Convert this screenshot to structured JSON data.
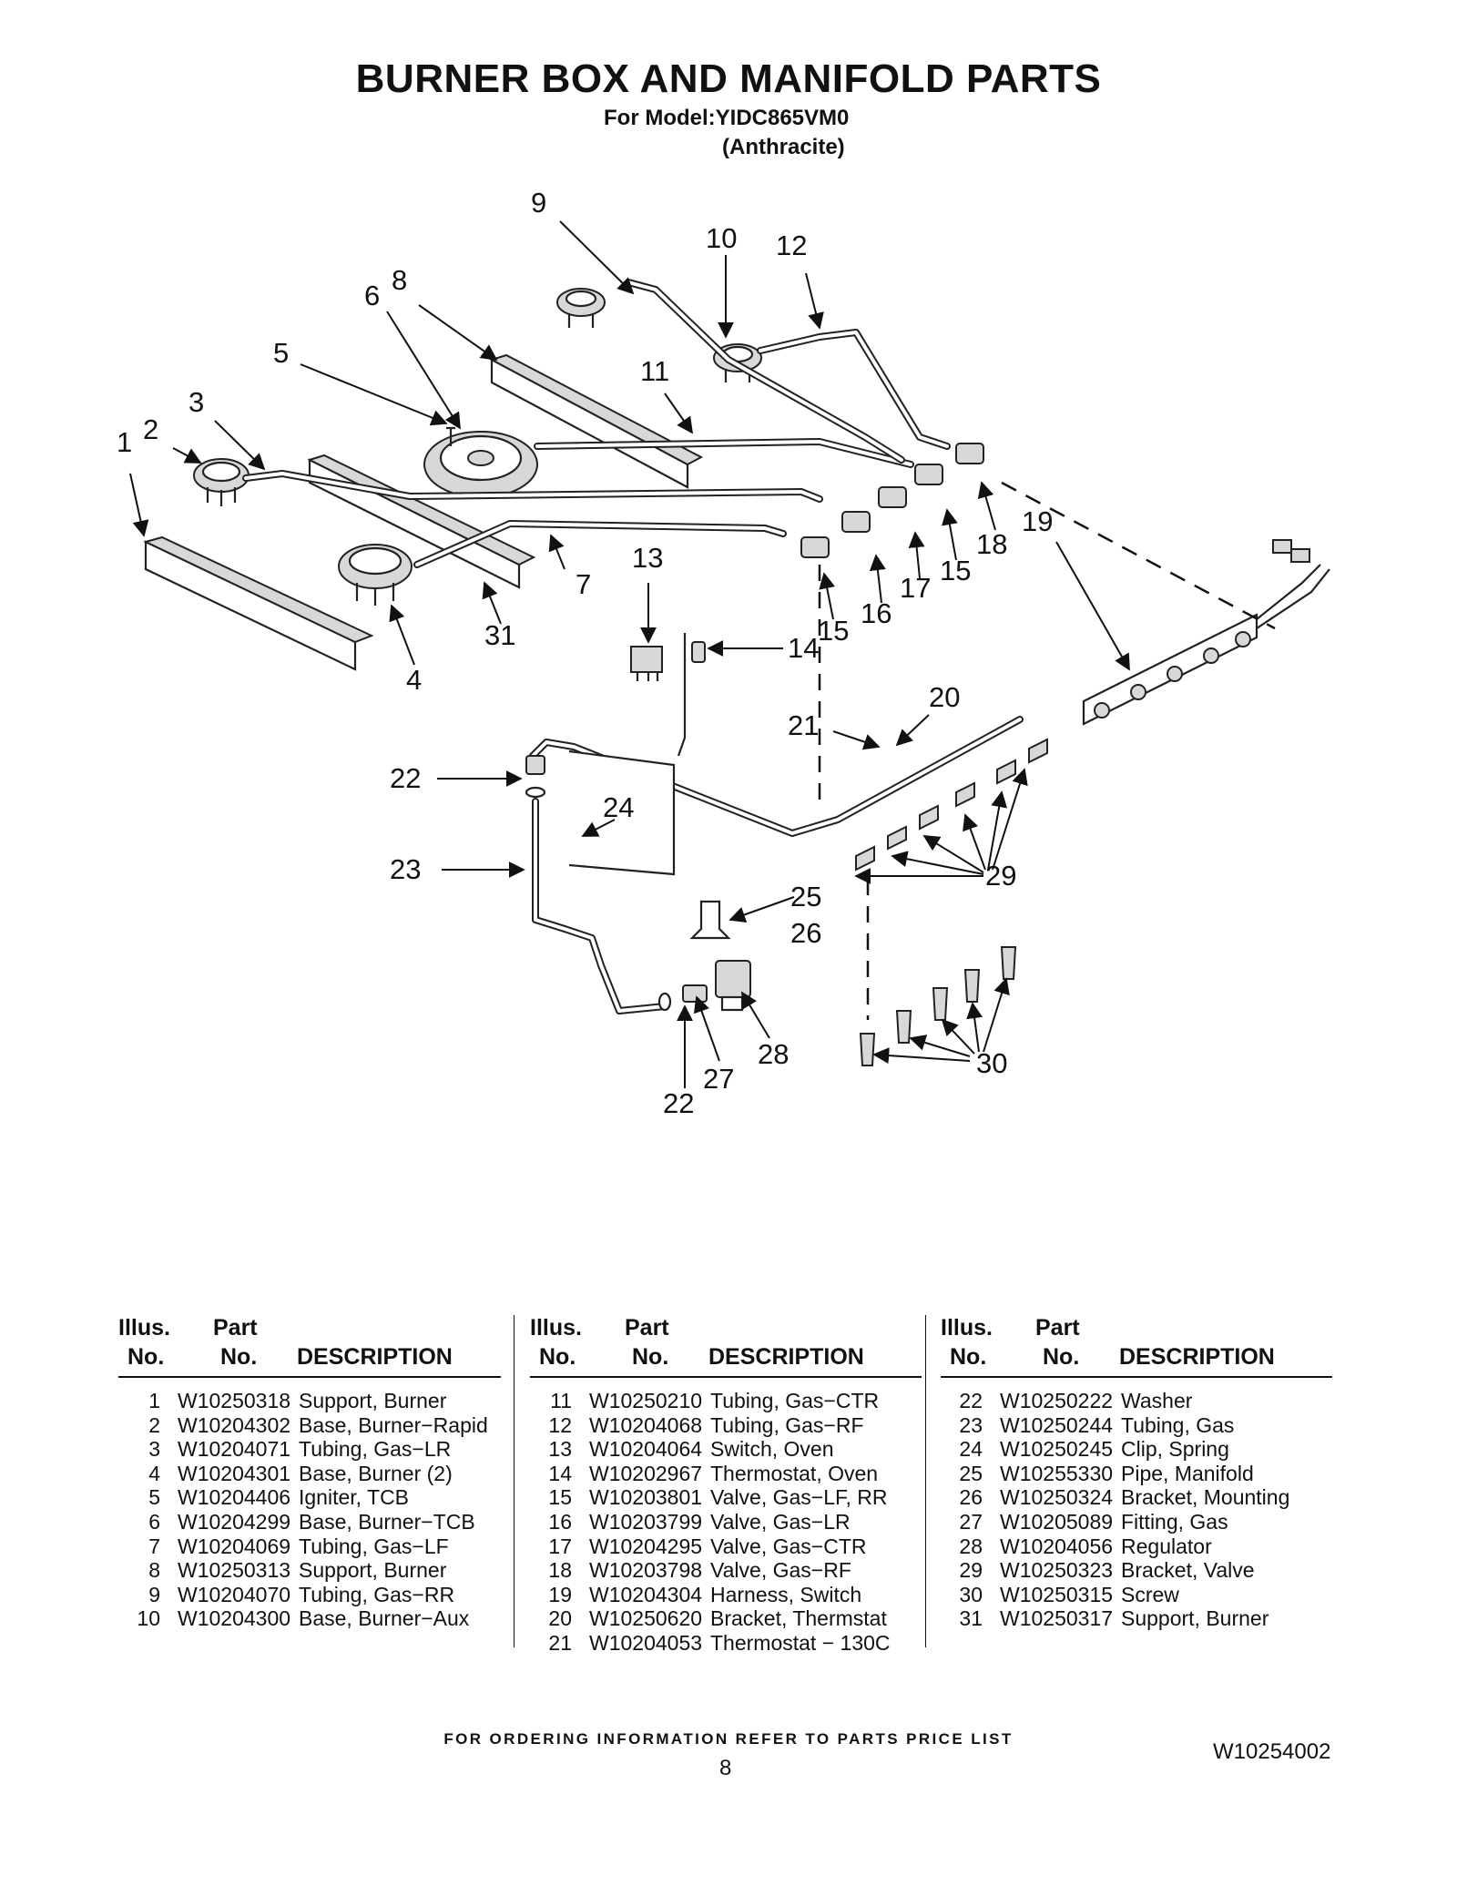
{
  "title": "BURNER BOX AND MANIFOLD PARTS",
  "model_line": "For Model:YIDC865VM0",
  "color_line": "(Anthracite)",
  "callouts": [
    "9",
    "10",
    "12",
    "6",
    "8",
    "5",
    "11",
    "3",
    "1",
    "2",
    "19",
    "18",
    "15",
    "17",
    "16",
    "15",
    "13",
    "7",
    "31",
    "14",
    "4",
    "20",
    "21",
    "22",
    "24",
    "23",
    "29",
    "25",
    "26",
    "28",
    "30",
    "27",
    "22"
  ],
  "table_headers": {
    "illus_1": "Illus.",
    "illus_2": "No.",
    "part_1": "Part",
    "part_2": "No.",
    "desc": "DESCRIPTION"
  },
  "parts": {
    "col1": [
      {
        "no": "1",
        "part": "W10250318",
        "desc": "Support, Burner"
      },
      {
        "no": "2",
        "part": "W10204302",
        "desc": "Base, Burner−Rapid"
      },
      {
        "no": "3",
        "part": "W10204071",
        "desc": "Tubing, Gas−LR"
      },
      {
        "no": "4",
        "part": "W10204301",
        "desc": "Base, Burner (2)"
      },
      {
        "no": "5",
        "part": "W10204406",
        "desc": "Igniter, TCB"
      },
      {
        "no": "6",
        "part": "W10204299",
        "desc": "Base, Burner−TCB"
      },
      {
        "no": "7",
        "part": "W10204069",
        "desc": "Tubing, Gas−LF"
      },
      {
        "no": "8",
        "part": "W10250313",
        "desc": "Support, Burner"
      },
      {
        "no": "9",
        "part": "W10204070",
        "desc": "Tubing, Gas−RR"
      },
      {
        "no": "10",
        "part": "W10204300",
        "desc": "Base, Burner−Aux"
      }
    ],
    "col2": [
      {
        "no": "11",
        "part": "W10250210",
        "desc": "Tubing, Gas−CTR"
      },
      {
        "no": "12",
        "part": "W10204068",
        "desc": "Tubing, Gas−RF"
      },
      {
        "no": "13",
        "part": "W10204064",
        "desc": "Switch, Oven"
      },
      {
        "no": "14",
        "part": "W10202967",
        "desc": "Thermostat, Oven"
      },
      {
        "no": "15",
        "part": "W10203801",
        "desc": "Valve, Gas−LF, RR"
      },
      {
        "no": "16",
        "part": "W10203799",
        "desc": "Valve, Gas−LR"
      },
      {
        "no": "17",
        "part": "W10204295",
        "desc": "Valve, Gas−CTR"
      },
      {
        "no": "18",
        "part": "W10203798",
        "desc": "Valve, Gas−RF"
      },
      {
        "no": "19",
        "part": "W10204304",
        "desc": "Harness, Switch"
      },
      {
        "no": "20",
        "part": "W10250620",
        "desc": "Bracket, Thermstat"
      },
      {
        "no": "21",
        "part": "W10204053",
        "desc": "Thermostat − 130C"
      }
    ],
    "col3": [
      {
        "no": "22",
        "part": "W10250222",
        "desc": "Washer"
      },
      {
        "no": "23",
        "part": "W10250244",
        "desc": "Tubing, Gas"
      },
      {
        "no": "24",
        "part": "W10250245",
        "desc": "Clip, Spring"
      },
      {
        "no": "25",
        "part": "W10255330",
        "desc": "Pipe, Manifold"
      },
      {
        "no": "26",
        "part": "W10250324",
        "desc": "Bracket, Mounting"
      },
      {
        "no": "27",
        "part": "W10205089",
        "desc": "Fitting, Gas"
      },
      {
        "no": "28",
        "part": "W10204056",
        "desc": "Regulator"
      },
      {
        "no": "29",
        "part": "W10250323",
        "desc": "Bracket, Valve"
      },
      {
        "no": "30",
        "part": "W10250315",
        "desc": "Screw"
      },
      {
        "no": "31",
        "part": "W10250317",
        "desc": "Support, Burner"
      }
    ]
  },
  "footer": "FOR ORDERING INFORMATION REFER TO PARTS PRICE LIST",
  "page_number": "8",
  "doc_number": "W10254002"
}
